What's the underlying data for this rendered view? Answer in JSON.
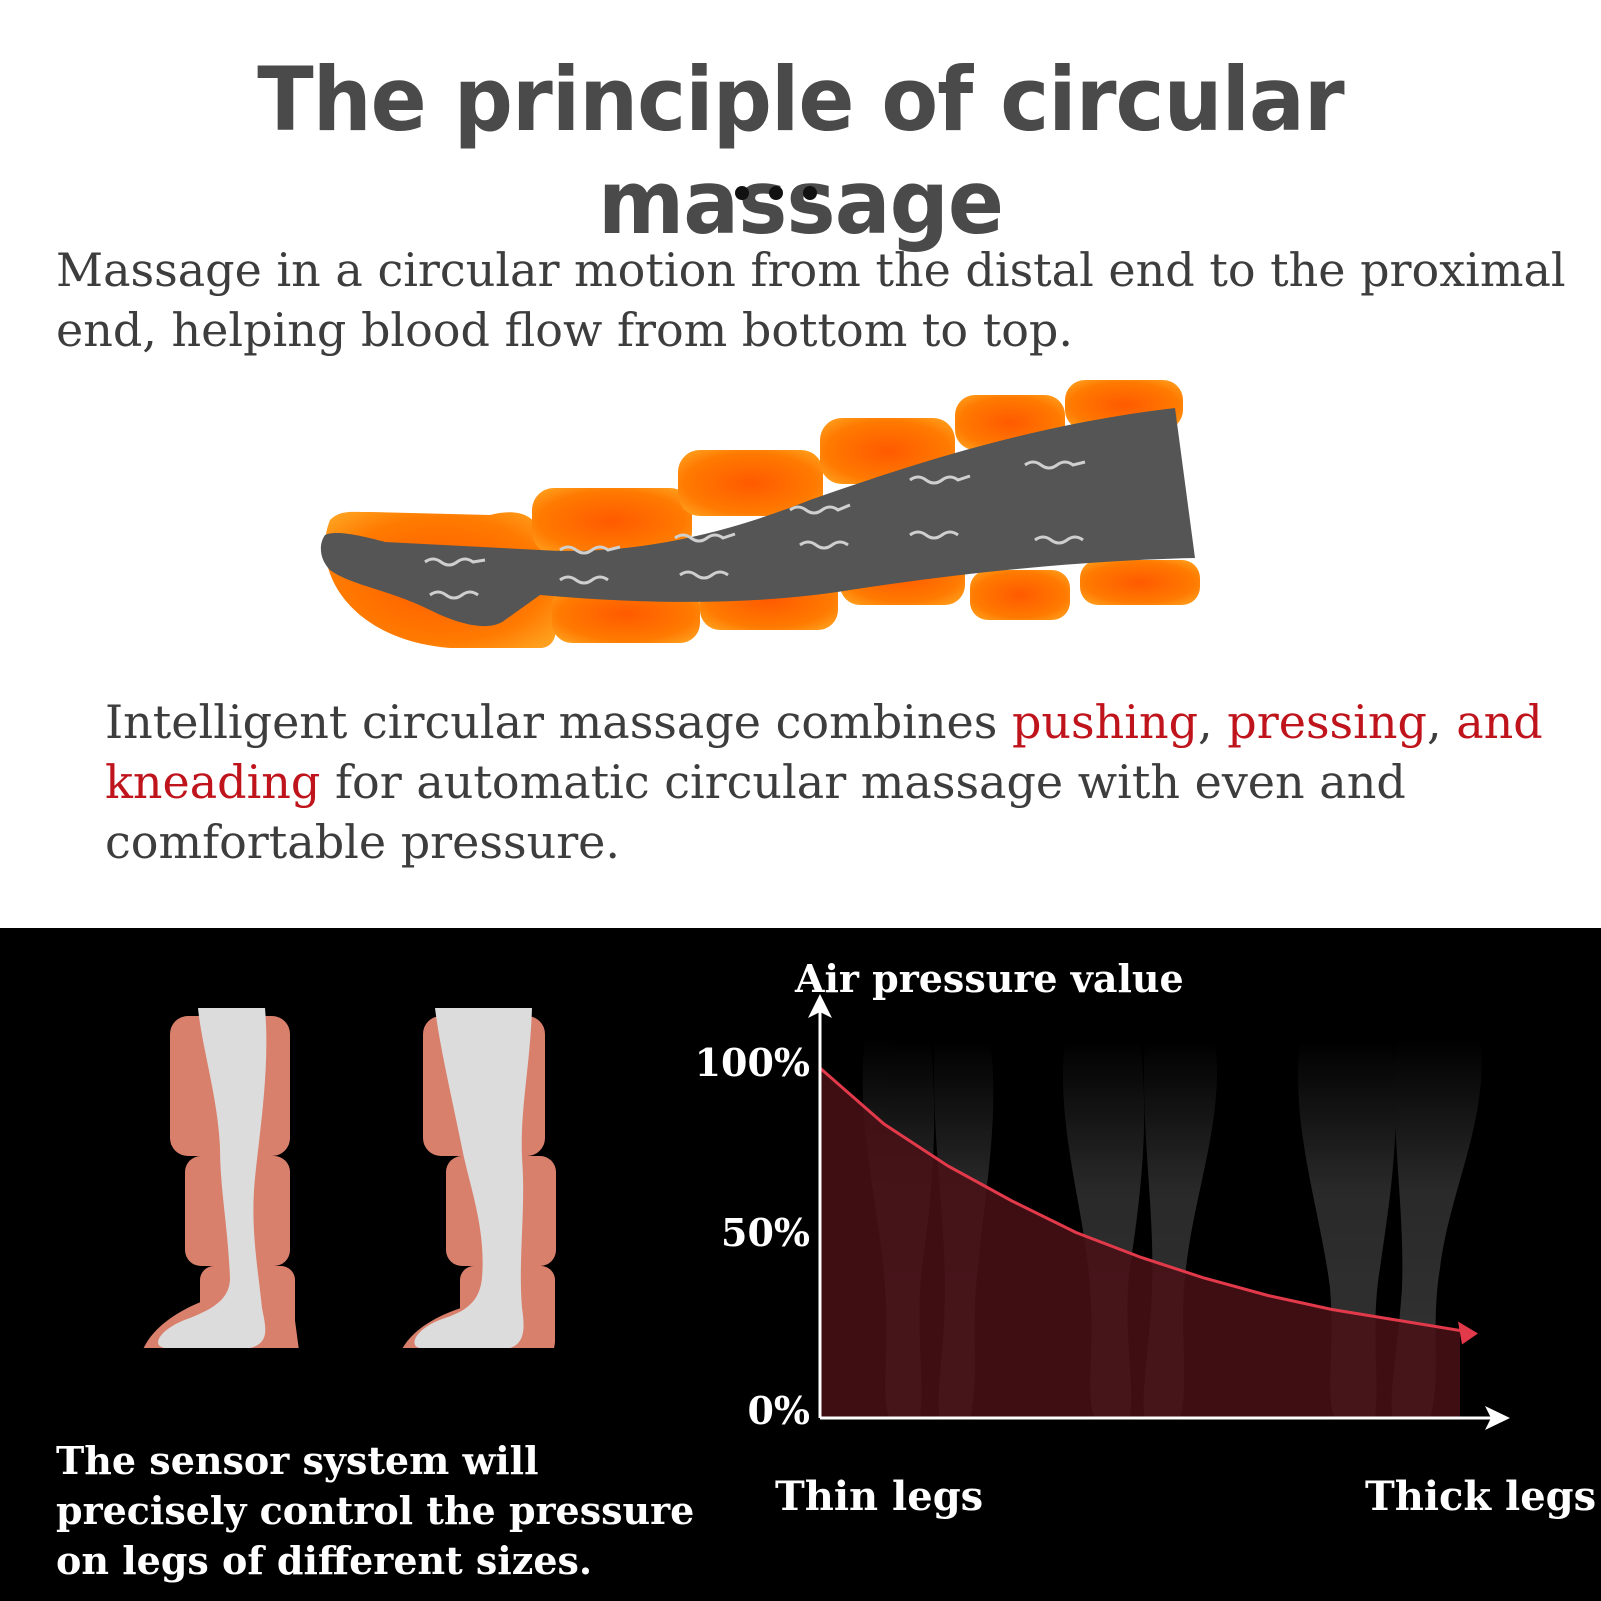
{
  "header": {
    "title": "The principle of circular massage",
    "intro": "Massage in a circular motion from the distal end to the proximal end, helping blood flow from bottom to top."
  },
  "description": {
    "part1": "Intelligent circular massage combines ",
    "highlight1": "pushing",
    "sep1": ", ",
    "highlight2": "pressing",
    "sep2": ", ",
    "highlight3": "and kneading",
    "part2": " for automatic circular massage with even and comfortable pressure."
  },
  "sensor_text": "The sensor system will precisely control the pressure on legs of different sizes.",
  "colors": {
    "title": "#4a4a4a",
    "highlight": "#c0141c",
    "cushion_orange": "#ff7a00",
    "leg_gray": "#555555",
    "cushion_salmon": "#d9806c",
    "curve_red": "#e23a4a",
    "area_fill": "#4a1016"
  },
  "chart_data": {
    "type": "line",
    "ylabel": "Air pressure value",
    "y_ticks": [
      "100%",
      "50%",
      "0%"
    ],
    "ylim": [
      0,
      100
    ],
    "x_labels": [
      "Thin legs",
      "Thick legs"
    ],
    "x": [
      0,
      0.1,
      0.2,
      0.3,
      0.4,
      0.5,
      0.6,
      0.7,
      0.8,
      0.9,
      1.0
    ],
    "values": [
      100,
      84,
      72,
      62,
      53,
      46,
      40,
      35,
      31,
      28,
      25
    ],
    "fill": "area under curve"
  }
}
